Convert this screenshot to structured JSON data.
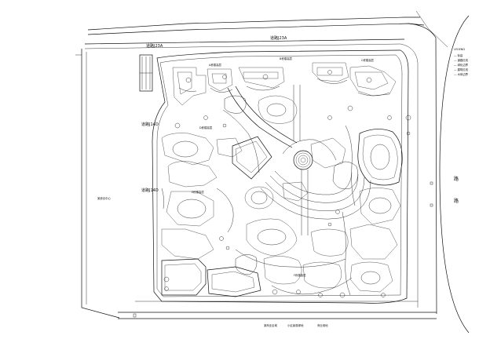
{
  "drawing": {
    "palette": {
      "line": "#111111",
      "background": "#ffffff"
    },
    "road_labels": {
      "top_road": "道路J23A",
      "top_left": "道路J23A",
      "left_upper": "道路J14D",
      "left_lower": "道路J14D"
    },
    "building_labels": {
      "top_a": "A栋楼高层",
      "top_b": "B栋楼高层",
      "top_c": "C栋楼高层",
      "mid_d": "D栋楼高层",
      "left_e": "E栋楼高层",
      "bottom_f": "F栋楼高层"
    },
    "bottom_labels": {
      "b1": "某商业区域",
      "b2": "小区景观绿地",
      "b3": "商业用地"
    },
    "left_text": "某综合中心",
    "right_road_chars": [
      "路",
      "路"
    ],
    "legend": {
      "title": "LEGEND",
      "items": [
        "—  标高",
        "—  道路红线",
        "—  绿化边界",
        "—  建筑红线",
        "—  水体边界"
      ]
    }
  }
}
